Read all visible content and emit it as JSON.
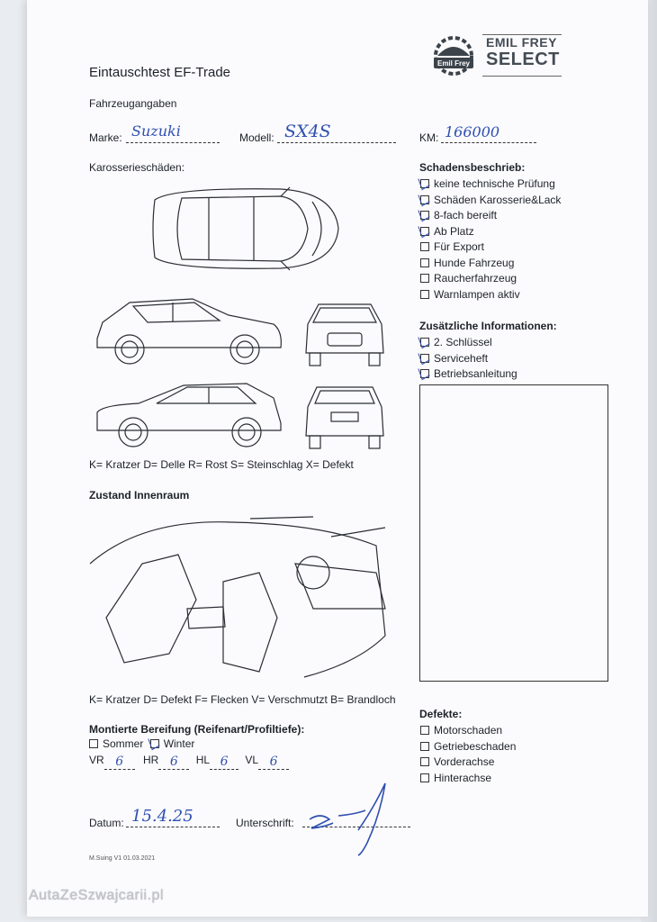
{
  "header": {
    "title": "Eintauschtest EF-Trade",
    "logo_line1": "EMIL FREY",
    "logo_line2": "SELECT",
    "logo_badge": "Emil Frey"
  },
  "vehicle": {
    "section": "Fahrzeugangaben",
    "brand_label": "Marke:",
    "brand_value": "Suzuki",
    "model_label": "Modell:",
    "model_value": "SX4S",
    "km_label": "KM:",
    "km_value": "166000"
  },
  "body_damage": {
    "section": "Karosserieschäden:",
    "legend": "K= Kratzer D= Delle R= Rost S= Steinschlag X= Defekt"
  },
  "damage_description": {
    "section": "Schadensbeschrieb:",
    "items": [
      {
        "label": "keine technische Prüfung",
        "checked": true
      },
      {
        "label": "Schäden Karosserie&Lack",
        "checked": true
      },
      {
        "label": "8-fach bereift",
        "checked": true
      },
      {
        "label": "Ab Platz",
        "checked": true
      },
      {
        "label": "Für Export",
        "checked": false
      },
      {
        "label": "Hunde Fahrzeug",
        "checked": false
      },
      {
        "label": "Raucherfahrzeug",
        "checked": false
      },
      {
        "label": "Warnlampen aktiv",
        "checked": false
      }
    ]
  },
  "additional_info": {
    "section": "Zusätzliche Informationen:",
    "items": [
      {
        "label": "2. Schlüssel",
        "checked": true
      },
      {
        "label": "Serviceheft",
        "checked": true
      },
      {
        "label": "Betriebsanleitung",
        "checked": true
      }
    ]
  },
  "interior": {
    "section": "Zustand Innenraum",
    "legend": "K= Kratzer D= Defekt F= Flecken V= Verschmutzt B= Brandloch"
  },
  "tires": {
    "section": "Montierte Bereifung (Reifenart/Profiltiefe):",
    "summer_label": "Sommer",
    "summer_checked": false,
    "winter_label": "Winter",
    "winter_checked": true,
    "vr_label": "VR",
    "vr_value": "6",
    "hr_label": "HR",
    "hr_value": "6",
    "hl_label": "HL",
    "hl_value": "6",
    "vl_label": "VL",
    "vl_value": "6"
  },
  "defects": {
    "section": "Defekte:",
    "items": [
      {
        "label": "Motorschaden",
        "checked": false
      },
      {
        "label": "Getriebeschaden",
        "checked": false
      },
      {
        "label": "Vorderachse",
        "checked": false
      },
      {
        "label": "Hinterachse",
        "checked": false
      }
    ]
  },
  "footer": {
    "date_label": "Datum:",
    "date_value": "15.4.25",
    "signature_label": "Unterschrift:",
    "version": "M.Suing V1 01.03.2021"
  },
  "watermark": "AutaZeSzwajcarii.pl"
}
